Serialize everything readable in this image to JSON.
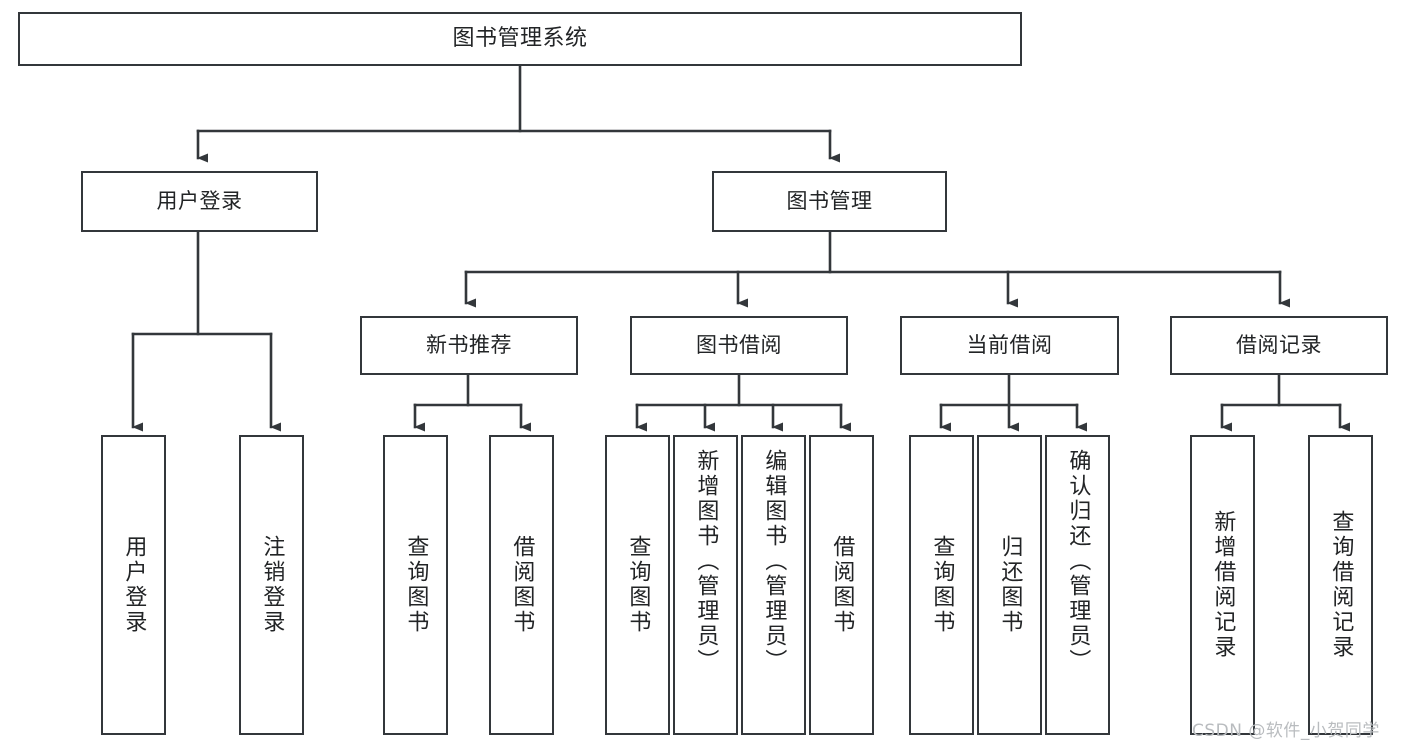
{
  "diagram": {
    "title": "图书管理系统",
    "type": "tree-hierarchy-chart",
    "watermark": "CSDN @软件_小贺同学",
    "colors": {
      "stroke": "#33373b",
      "box_fill": "#ffffff",
      "text": "#222426",
      "watermark": "#b9bcbf",
      "background": "#ffffff"
    },
    "levels": {
      "root": {
        "label": "图书管理系统"
      },
      "level2": [
        {
          "id": "user-login",
          "label": "用户登录"
        },
        {
          "id": "book-manage",
          "label": "图书管理"
        }
      ],
      "level3": [
        {
          "id": "new-book-recommend",
          "label": "新书推荐",
          "parent": "book-manage"
        },
        {
          "id": "book-borrow",
          "label": "图书借阅",
          "parent": "book-manage"
        },
        {
          "id": "current-borrow",
          "label": "当前借阅",
          "parent": "book-manage"
        },
        {
          "id": "borrow-record",
          "label": "借阅记录",
          "parent": "book-manage"
        }
      ],
      "leaves": [
        {
          "id": "leaf-user-login",
          "label": "用户登录",
          "parent": "user-login"
        },
        {
          "id": "leaf-user-logout",
          "label": "注销登录",
          "parent": "user-login"
        },
        {
          "id": "leaf-query-book-1",
          "label": "查询图书",
          "parent": "new-book-recommend"
        },
        {
          "id": "leaf-borrow-book-1",
          "label": "借阅图书",
          "parent": "new-book-recommend"
        },
        {
          "id": "leaf-query-book-2",
          "label": "查询图书",
          "parent": "book-borrow"
        },
        {
          "id": "leaf-add-book",
          "label": "新增图书（管理员）",
          "parent": "book-borrow"
        },
        {
          "id": "leaf-edit-book",
          "label": "编辑图书（管理员）",
          "parent": "book-borrow"
        },
        {
          "id": "leaf-borrow-book-2",
          "label": "借阅图书",
          "parent": "book-borrow"
        },
        {
          "id": "leaf-query-book-3",
          "label": "查询图书",
          "parent": "current-borrow"
        },
        {
          "id": "leaf-return-book",
          "label": "归还图书",
          "parent": "current-borrow"
        },
        {
          "id": "leaf-confirm-return",
          "label": "确认归还（管理员）",
          "parent": "current-borrow"
        },
        {
          "id": "leaf-add-record",
          "label": "新增借阅记录",
          "parent": "borrow-record"
        },
        {
          "id": "leaf-query-record",
          "label": "查询借阅记录",
          "parent": "borrow-record"
        }
      ]
    }
  }
}
